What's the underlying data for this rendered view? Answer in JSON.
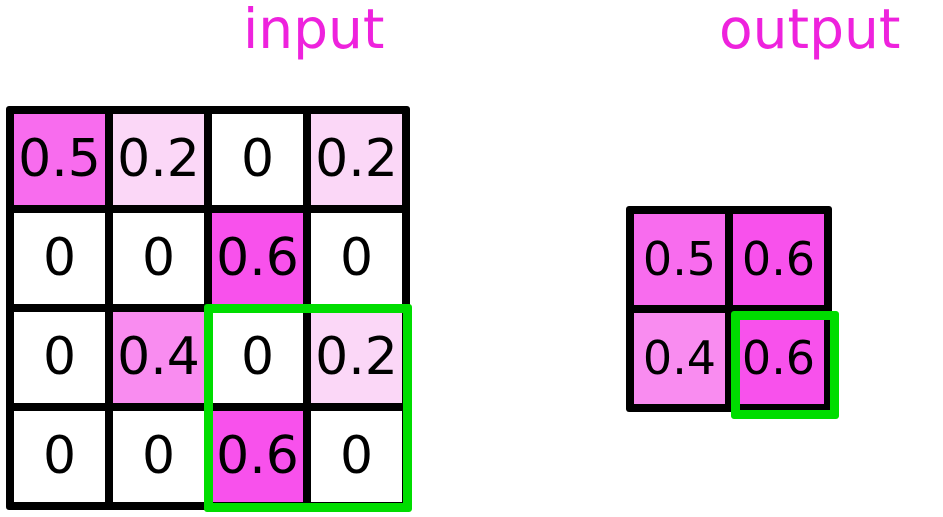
{
  "titles": {
    "input": "input",
    "output": "output",
    "color": "#ee22dd"
  },
  "palette": {
    "zero": "#ffffff",
    "v0_2": "#fbd7f7",
    "v0_4": "#f98cf0",
    "v0_5": "#f86cee",
    "v0_6": "#f851ec",
    "grid_border": "#000000",
    "highlight": "#00dd00",
    "text": "#000000"
  },
  "chart_data": {
    "type": "heatmap",
    "title": "",
    "panels": [
      {
        "name": "input",
        "label": "input",
        "rows": 4,
        "cols": 4,
        "values": [
          [
            0.5,
            0.2,
            0,
            0.2
          ],
          [
            0,
            0,
            0.6,
            0
          ],
          [
            0,
            0.4,
            0,
            0.2
          ],
          [
            0,
            0,
            0.6,
            0
          ]
        ],
        "highlight_region": {
          "row_start": 3,
          "row_end": 4,
          "col_start": 3,
          "col_end": 4
        }
      },
      {
        "name": "output",
        "label": "output",
        "rows": 2,
        "cols": 2,
        "values": [
          [
            0.5,
            0.6
          ],
          [
            0.4,
            0.6
          ]
        ],
        "highlight_region": {
          "row_start": 2,
          "row_end": 2,
          "col_start": 2,
          "col_end": 2
        }
      }
    ],
    "legend": [],
    "grid": true
  },
  "input_grid": {
    "cells": [
      {
        "text": "0.5",
        "color": "#f86cee"
      },
      {
        "text": "0.2",
        "color": "#fbd7f7"
      },
      {
        "text": "0",
        "color": "#ffffff"
      },
      {
        "text": "0.2",
        "color": "#fbd7f7"
      },
      {
        "text": "0",
        "color": "#ffffff"
      },
      {
        "text": "0",
        "color": "#ffffff"
      },
      {
        "text": "0.6",
        "color": "#f851ec"
      },
      {
        "text": "0",
        "color": "#ffffff"
      },
      {
        "text": "0",
        "color": "#ffffff"
      },
      {
        "text": "0.4",
        "color": "#f98cf0"
      },
      {
        "text": "0",
        "color": "#ffffff"
      },
      {
        "text": "0.2",
        "color": "#fbd7f7"
      },
      {
        "text": "0",
        "color": "#ffffff"
      },
      {
        "text": "0",
        "color": "#ffffff"
      },
      {
        "text": "0.6",
        "color": "#f851ec"
      },
      {
        "text": "0",
        "color": "#ffffff"
      }
    ]
  },
  "output_grid": {
    "cells": [
      {
        "text": "0.5",
        "color": "#f86cee"
      },
      {
        "text": "0.6",
        "color": "#f851ec"
      },
      {
        "text": "0.4",
        "color": "#f98cf0"
      },
      {
        "text": "0.6",
        "color": "#f851ec"
      }
    ]
  }
}
